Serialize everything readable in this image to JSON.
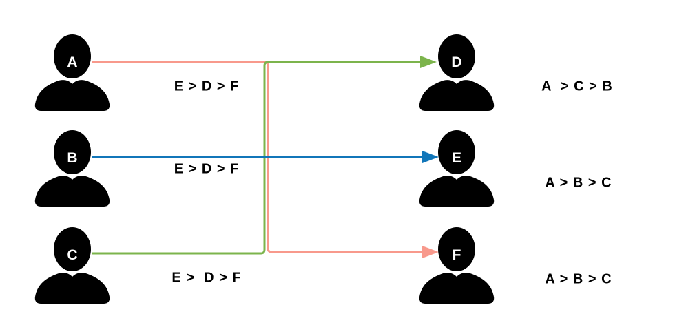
{
  "diagram": {
    "type": "bipartite-preference-matching"
  },
  "colors": {
    "salmon": "#F8998C",
    "green": "#7CB44C",
    "blue": "#1176B9",
    "person": "#000000",
    "text": "#000000",
    "background": "#FFFFFF"
  },
  "people": {
    "left": [
      {
        "label": "A",
        "preference": "E > D > F"
      },
      {
        "label": "B",
        "preference": "E > D > F"
      },
      {
        "label": "C",
        "preference": "E >  D > F"
      }
    ],
    "right": [
      {
        "label": "D",
        "preference": "A  > C > B"
      },
      {
        "label": "E",
        "preference": "A > B > C"
      },
      {
        "label": "F",
        "preference": "A > B > C"
      }
    ]
  },
  "edges": [
    {
      "from": "A",
      "to": "F",
      "color": "#F8998C",
      "color_name": "salmon",
      "route": "right, down between columns, right into F"
    },
    {
      "from": "B",
      "to": "E",
      "color": "#1176B9",
      "color_name": "blue",
      "route": "straight right into E"
    },
    {
      "from": "C",
      "to": "D",
      "color": "#7CB44C",
      "color_name": "green",
      "route": "right, up between columns, right into D"
    }
  ]
}
